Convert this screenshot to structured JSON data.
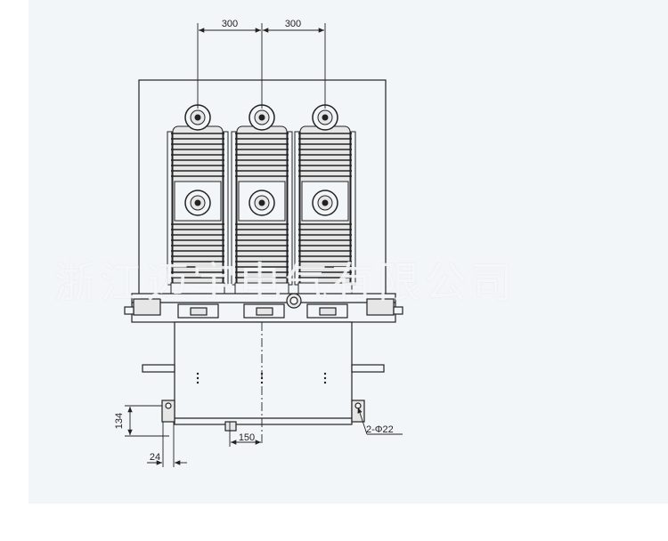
{
  "dimensions": {
    "top_left": "300",
    "top_right": "300",
    "bottom_offset": "150",
    "side_height": "134",
    "side_offset": "24",
    "hole_note": "2-Φ22"
  },
  "watermark": "浙江迈宇电气有限公司",
  "colors": {
    "background": "#f3f6f8",
    "line": "#222222",
    "insulator_fill": "#e6e6e6"
  }
}
